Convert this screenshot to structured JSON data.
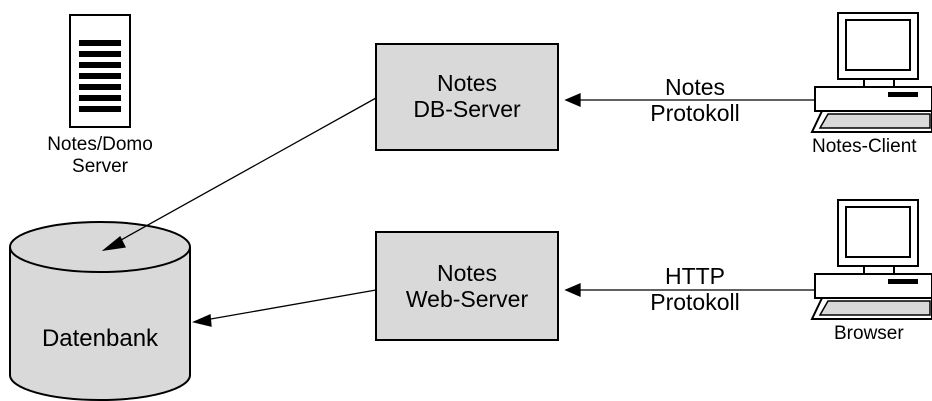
{
  "colors": {
    "box_fill": "#d9d9d9",
    "stroke": "#000000",
    "background": "#ffffff"
  },
  "nodes": {
    "db_server": {
      "line1": "Notes",
      "line2": "DB-Server"
    },
    "web_server": {
      "line1": "Notes",
      "line2": "Web-Server"
    },
    "database": {
      "label": "Datenbank"
    },
    "domino_server": {
      "line1": "Notes/Domo",
      "line2": "Server",
      "icon": "server-tower-icon"
    },
    "notes_client": {
      "label": "Notes-Client",
      "icon": "computer-workstation-icon"
    },
    "browser": {
      "label": "Browser",
      "icon": "computer-workstation-icon"
    }
  },
  "edges": {
    "notes_protocol": {
      "line1": "Notes",
      "line2": "Protokoll"
    },
    "http_protocol": {
      "line1": "HTTP",
      "line2": "Protokoll"
    }
  }
}
